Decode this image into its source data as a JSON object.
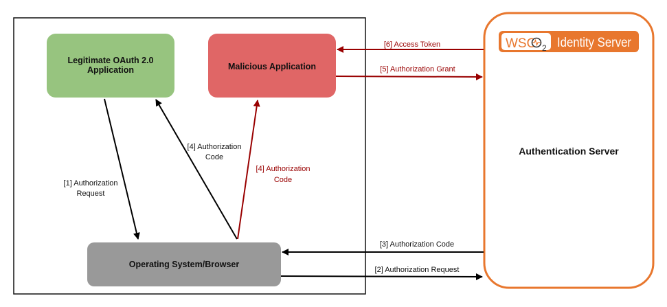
{
  "colors": {
    "legit_fill": "#97c47f",
    "malicious_fill": "#e06666",
    "browser_fill": "#999999",
    "server_border": "#e8772e",
    "black_edge": "#000000",
    "malicious_edge": "#990000"
  },
  "nodes": {
    "legitimate_app": {
      "line1": "Legitimate OAuth 2.0",
      "line2": "Application"
    },
    "malicious_app": {
      "label": "Malicious Application"
    },
    "browser": {
      "label": "Operating System/Browser"
    },
    "auth_server": {
      "label": "Authentication Server",
      "logo_brand": "WSO",
      "logo_subscript": "2",
      "logo_product": "Identity Server"
    }
  },
  "edges": {
    "e1": {
      "line1": "[1] Authorization",
      "line2": "Request"
    },
    "e2": {
      "label": "[2] Authorization Request"
    },
    "e3": {
      "label": "[3] Authorization Code"
    },
    "e4_legit": {
      "line1": "[4] Authorization",
      "line2": "Code"
    },
    "e4_malicious": {
      "line1": "[4] Authorization",
      "line2": "Code"
    },
    "e5": {
      "label": "[5] Authorization Grant"
    },
    "e6": {
      "label": "[6] Access Token"
    }
  }
}
